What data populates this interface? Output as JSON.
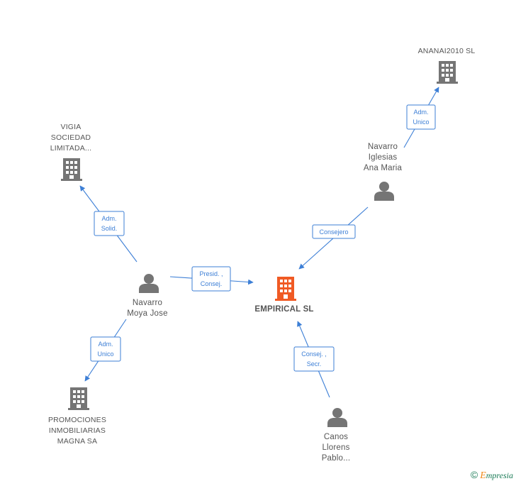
{
  "nodes": {
    "empirical": {
      "lines": [
        "EMPIRICAL SL"
      ]
    },
    "ananai": {
      "lines": [
        "ANANAI2010 SL"
      ]
    },
    "vigia": {
      "lines": [
        "VIGIA",
        "SOCIEDAD",
        "LIMITADA..."
      ]
    },
    "promociones": {
      "lines": [
        "PROMOCIONES",
        "INMOBILIARIAS",
        "MAGNA SA"
      ]
    },
    "navarro_iglesias": {
      "lines": [
        "Navarro",
        "Iglesias",
        "Ana Maria"
      ]
    },
    "navarro_moya": {
      "lines": [
        "Navarro",
        "Moya Jose"
      ]
    },
    "canos": {
      "lines": [
        "Canos",
        "Llorens",
        "Pablo..."
      ]
    }
  },
  "edges": {
    "adm_unico_ananai": {
      "lines": [
        "Adm.",
        "Unico"
      ]
    },
    "consejero": {
      "lines": [
        "Consejero"
      ]
    },
    "adm_solid": {
      "lines": [
        "Adm.",
        "Solid."
      ]
    },
    "presid_consej": {
      "lines": [
        "Presid. ,",
        "Consej."
      ]
    },
    "adm_unico_promo": {
      "lines": [
        "Adm.",
        "Unico"
      ]
    },
    "consej_secr": {
      "lines": [
        "Consej. ,",
        "Secr."
      ]
    }
  },
  "colors": {
    "edge": "#3d7fd6",
    "company": "#757575",
    "focus_company": "#f05a24",
    "person": "#757575"
  },
  "footer": {
    "copyright_symbol": "©",
    "brand_initial": "E",
    "brand_rest": "mpresia"
  }
}
